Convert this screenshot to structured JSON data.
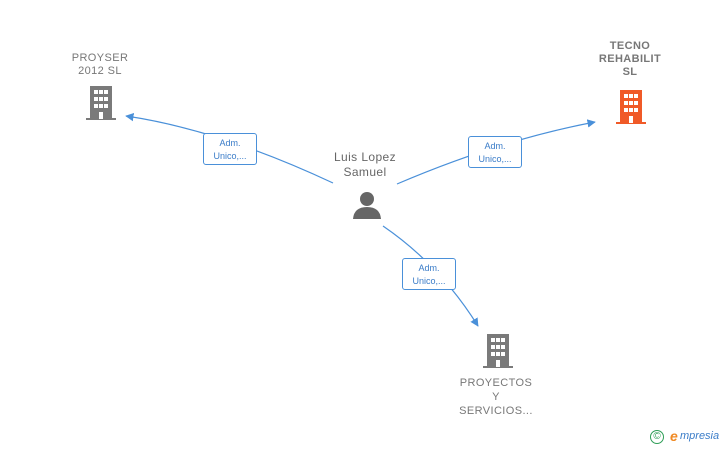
{
  "person": {
    "name_line1": "Luis Lopez",
    "name_line2": "Samuel",
    "icon": "person-icon"
  },
  "companies": [
    {
      "lines": [
        "PROYSER",
        "2012 SL"
      ],
      "icon": "building-icon",
      "color": "#7a7a7a"
    },
    {
      "lines": [
        "TECNO",
        "REHABILIT",
        "SL"
      ],
      "icon": "building-icon",
      "color": "#f05a28"
    },
    {
      "lines": [
        "PROYECTOS",
        "Y",
        "SERVICIOS..."
      ],
      "icon": "building-icon",
      "color": "#7a7a7a"
    }
  ],
  "edges": [
    {
      "label_line1": "Adm.",
      "label_line2": "Unico,..."
    },
    {
      "label_line1": "Adm.",
      "label_line2": "Unico,..."
    },
    {
      "label_line1": "Adm.",
      "label_line2": "Unico,..."
    }
  ],
  "colors": {
    "edge": "#4a90d9",
    "building_default": "#7a7a7a",
    "building_highlight": "#f05a28",
    "person": "#666666"
  },
  "watermark": {
    "copyright": "©",
    "brand_initial": "e",
    "brand_rest": "mpresia"
  }
}
